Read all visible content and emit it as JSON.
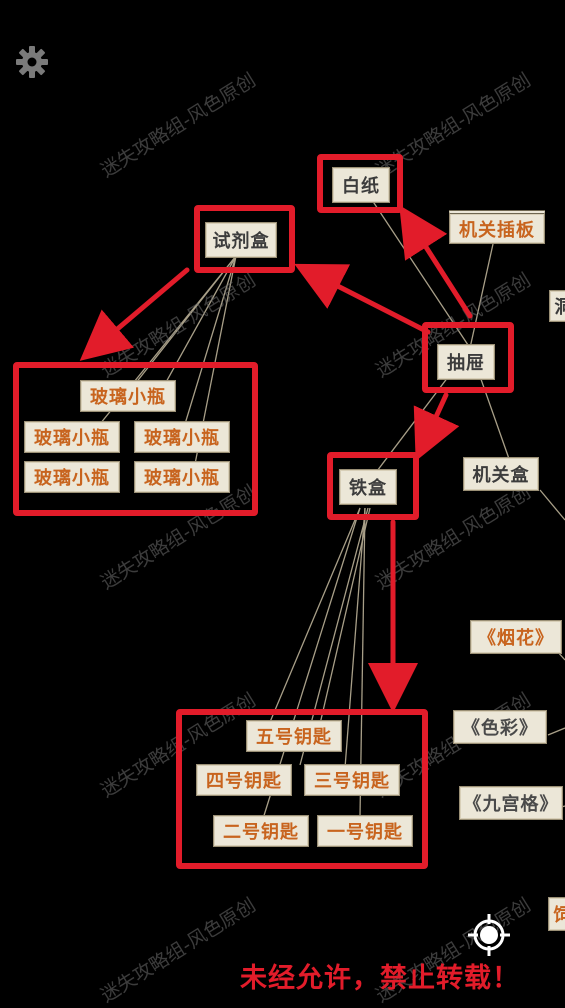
{
  "nodes": {
    "paper": "白纸",
    "mechanism_panel": "机关插板",
    "reagent_box": "试剂盒",
    "drawer": "抽屉",
    "mechanism_box": "机关盒",
    "iron_box": "铁盒",
    "glass_vial": "玻璃小瓶",
    "key_5": "五号钥匙",
    "key_4": "四号钥匙",
    "key_3": "三号钥匙",
    "key_2": "二号钥匙",
    "key_1": "一号钥匙",
    "book_fireworks": "《烟花》",
    "book_colors": "《色彩》",
    "book_sudoku": "《九宫格》",
    "partial_right_1": "洞",
    "partial_right_2": "饲"
  },
  "watermark": "迷失攻略组-风色原创",
  "notice": "未经允许，禁止转载！",
  "icons": {
    "settings": "gear-icon",
    "locate": "crosshair-icon"
  },
  "colors": {
    "background": "#000000",
    "frame_red": "#e21c2a",
    "node_bg": "#ece7d8",
    "orange_text": "#c8641e",
    "gray_text": "#3c3c3c",
    "edge": "#a89f88"
  }
}
